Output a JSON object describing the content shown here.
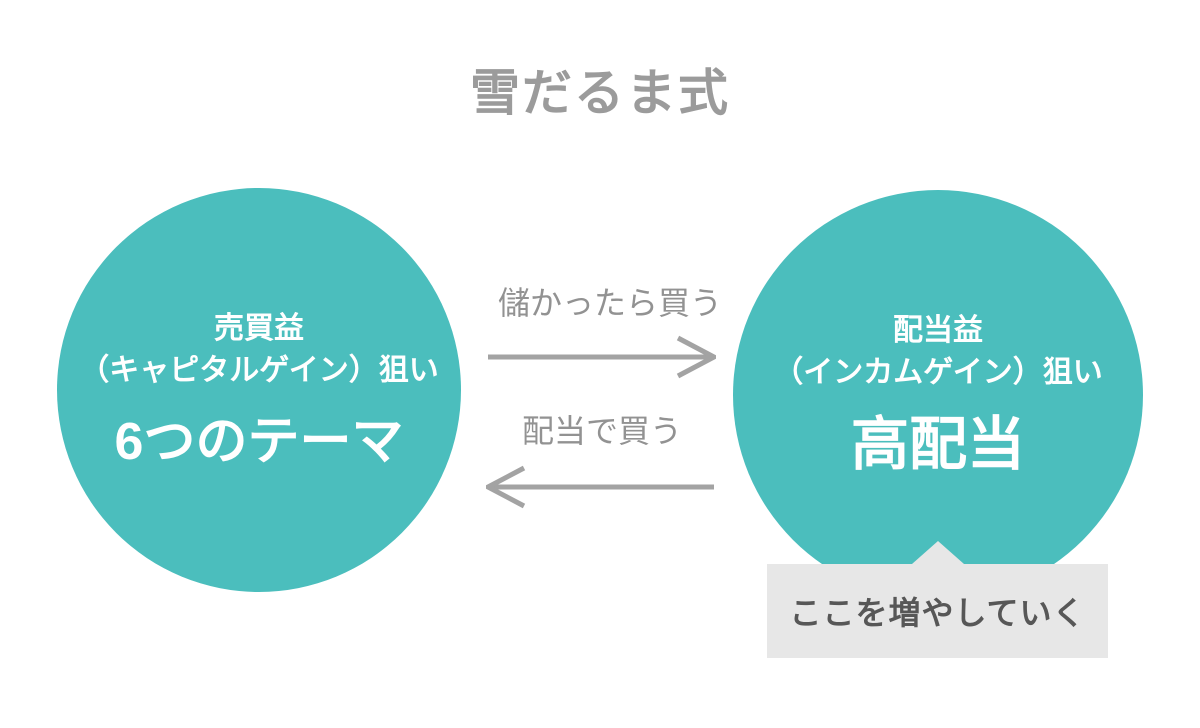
{
  "title": "雪だるま式",
  "left_circle": {
    "line1": "売買益",
    "line2": "（キャピタルゲイン）狙い",
    "main": "6つのテーマ"
  },
  "right_circle": {
    "line1": "配当益",
    "line2": "（インカムゲイン）狙い",
    "main": "高配当"
  },
  "arrows": {
    "top": {
      "label": "儲かったら買う",
      "direction": "right"
    },
    "bottom": {
      "label": "配当で買う",
      "direction": "left"
    }
  },
  "callout": {
    "text": "ここを増やしていく"
  },
  "colors": {
    "background": "#ffffff",
    "teal": "#4bbebd",
    "circle_text": "#ffffff",
    "title_text": "#9b9b9b",
    "arrow": "#a3a3a3",
    "arrow_label": "#929292",
    "callout_bg": "#e7e7e7",
    "callout_text": "#575757"
  }
}
